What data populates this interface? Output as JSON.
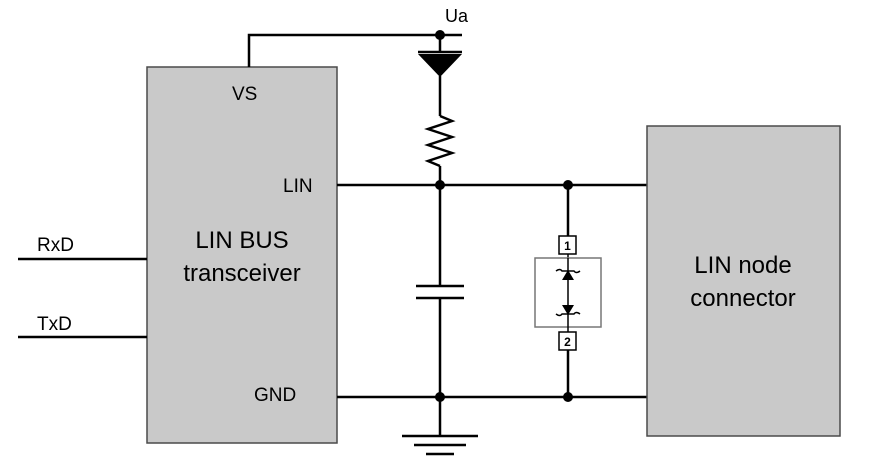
{
  "supply_label": "Ua",
  "transceiver": {
    "line1": "LIN BUS",
    "line2": "transceiver",
    "pins": {
      "vs": "VS",
      "lin": "LIN",
      "gnd": "GND"
    }
  },
  "signals": {
    "rxd": "RxD",
    "txd": "TxD"
  },
  "connector": {
    "line1": "LIN node",
    "line2": "connector"
  },
  "tvs": {
    "pin1": "1",
    "pin2": "2"
  }
}
